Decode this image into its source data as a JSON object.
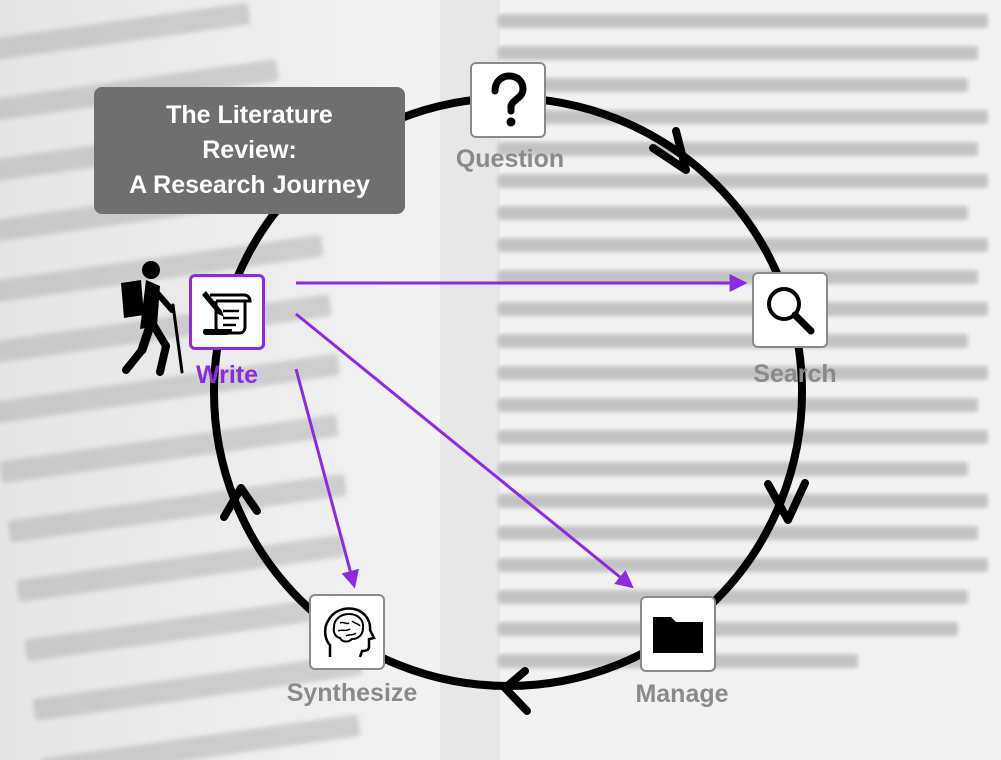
{
  "title": {
    "line1": "The Literature",
    "line2": "Review:",
    "line3": "A Research Journey"
  },
  "colors": {
    "cycle": "#000000",
    "accent": "#8a2be2",
    "label": "#8a8a8a",
    "title_box": "#6f6f6f"
  },
  "stages": [
    {
      "label": "Question",
      "icon": "question-mark-icon",
      "active": false
    },
    {
      "label": "Search",
      "icon": "magnifier-icon",
      "active": false
    },
    {
      "label": "Manage",
      "icon": "folder-icon",
      "active": false
    },
    {
      "label": "Synthesize",
      "icon": "brain-head-icon",
      "active": false
    },
    {
      "label": "Write",
      "icon": "writing-scroll-icon",
      "active": true
    }
  ],
  "figure": {
    "icon": "hiker-icon"
  },
  "background": {
    "icon": "blurred-book-page-background"
  },
  "arrows": {
    "cycle_direction": "clockwise",
    "write_links_to": [
      "Search",
      "Manage",
      "Synthesize"
    ]
  }
}
